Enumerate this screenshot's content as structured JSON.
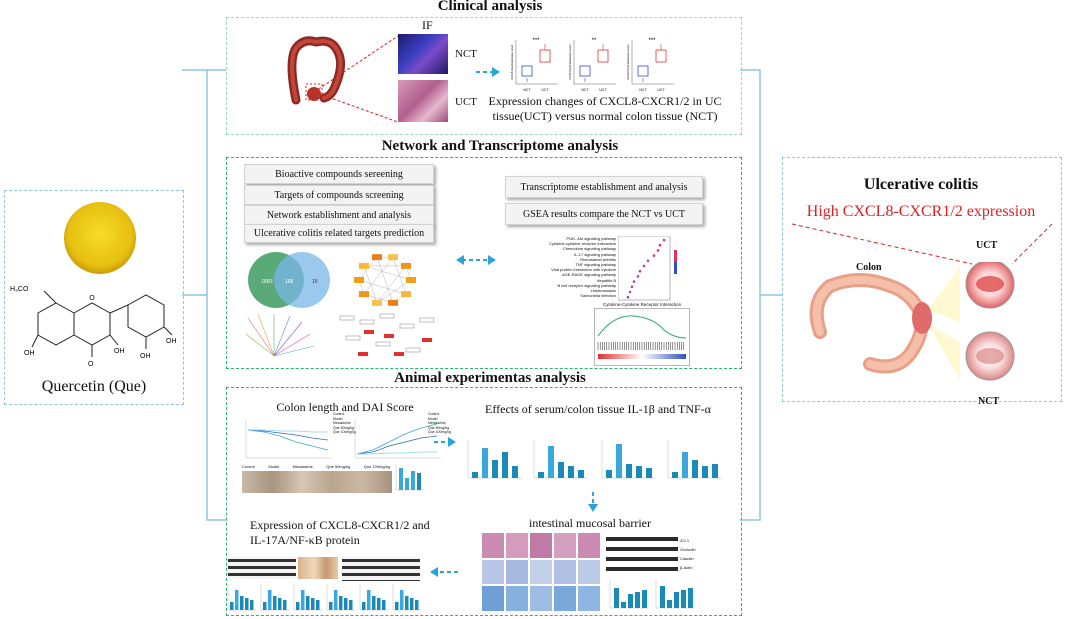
{
  "clinical": {
    "title": "Clinical analysis",
    "if_label": "IF",
    "nct_label": "NCT",
    "uct_label": "UCT",
    "box_axis_labels": [
      "CXCL8 Real Expression Level",
      "CXCR1 Real Expression Level",
      "CXCR2 Real Expression Level"
    ],
    "box_x_labels": [
      "NCT",
      "UCT"
    ],
    "significance": [
      "***",
      "**",
      "***"
    ],
    "caption_line1": "Expression changes of CXCL8-CXCR1/2 in UC",
    "caption_line2": "tissue(UCT) versus normal colon tissue (NCT)"
  },
  "network": {
    "title": "Network and Transcriptome analysis",
    "left_steps": [
      "Bioactive compounds sereening",
      "Targets of compounds screening",
      "Network establishment and analysis",
      "Ulcerative colitis related targets prediction"
    ],
    "right_steps": [
      "Transcriptome establishment and analysis",
      "GSEA results compare the NCT vs UCT"
    ],
    "venn_labels": [
      "0001",
      "168",
      "16"
    ],
    "gsea_plot_title": "Cytokine-Cytokine Receptor Interaction",
    "pathways": [
      "PI3K- Akt signaling pathway",
      "Cytokine-cytokine receptor interaction",
      "Chemokine signaling pathway",
      "IL-17 signaling pathway",
      "Rheumatoid arthritis",
      "TNF signaling pathway",
      "Viral protein interaction with cytokine",
      "AGE-RAGE signaling pathway",
      "Hepatitis B",
      "B cell receptor signaling pathway",
      "Leishmaniasis",
      "Salmonella infection"
    ]
  },
  "animal": {
    "title": "Animal experimentas analysis",
    "colon_title": "Colon length and DAI Score",
    "groups": [
      "Control",
      "Model",
      "Mesalazine",
      "Que 50mg/kg",
      "Que 100mg/kg"
    ],
    "effects_title": "Effects of serum/colon tissue  IL-1β and TNF-α",
    "expression_title_line1": "Expression of CXCL8-CXCR1/2  and",
    "expression_title_line2": "IL-17A/NF-κB protein",
    "barrier_title": "intestinal mucosal barrier",
    "blot_bands": [
      "ZO-1",
      "Occludin",
      "Claudin",
      "β-Actin"
    ]
  },
  "left_compound": {
    "label": "Quercetin (Que)",
    "atoms": [
      "H₃CO",
      "OH",
      "OH",
      "OH",
      "OH",
      "O",
      "O"
    ]
  },
  "right_disease": {
    "title": "Ulcerative colitis",
    "subtitle": "High CXCL8-CXCR1/2 expression",
    "colon_label": "Colon",
    "uct_label": "UCT",
    "nct_label": "NCT"
  },
  "colors": {
    "green_dash": "#2db36b",
    "mint_dash": "#9ad8c0",
    "blue_dash": "#8cc6e6",
    "red_accent": "#e02020",
    "arrow_blue": "#2aa3d8",
    "bar_blue": "#3aa8e0"
  }
}
